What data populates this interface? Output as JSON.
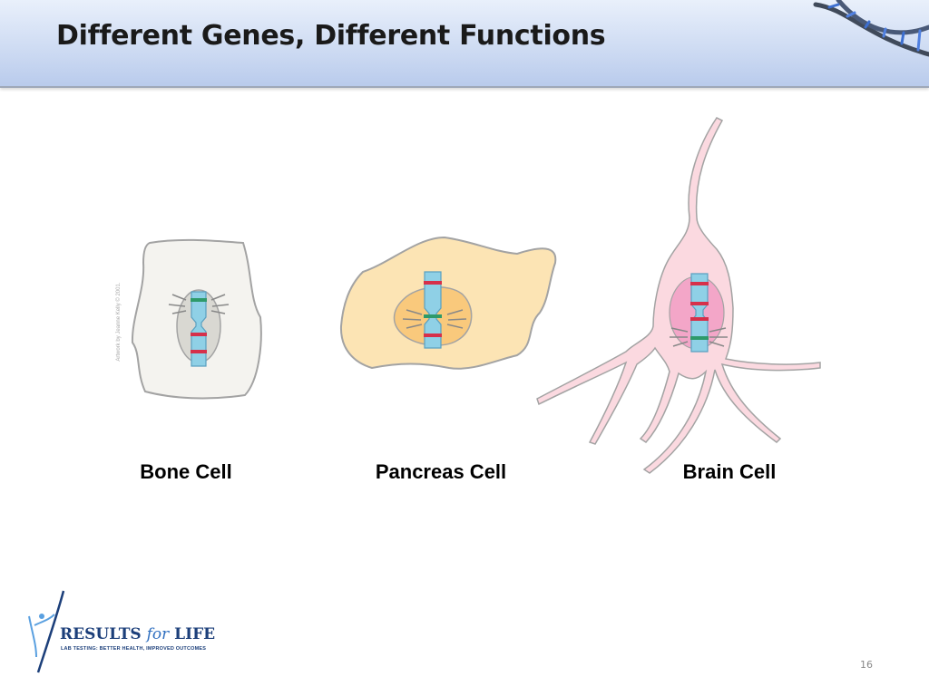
{
  "slide": {
    "title": "Different Genes, Different Functions",
    "page_number": "16"
  },
  "cells": [
    {
      "label": "Bone Cell"
    },
    {
      "label": "Pancreas Cell"
    },
    {
      "label": "Brain Cell"
    }
  ],
  "artwork_credit": "Artwork by Jeanne Kelly © 2001.",
  "logo": {
    "name_part1": "RESULTS ",
    "name_for": "for",
    "name_part2": " LIFE",
    "tagline": "LAB TESTING: BETTER HEALTH, IMPROVED OUTCOMES"
  },
  "colors": {
    "chromosome": "#8fd0e6",
    "active_gene": "#2e9a6a",
    "inactive_gene": "#d6304a",
    "bone_cytoplasm": "#f4f3ef",
    "pancreas_cytoplasm": "#fce4b4",
    "brain_cytoplasm": "#fbd9e0"
  }
}
